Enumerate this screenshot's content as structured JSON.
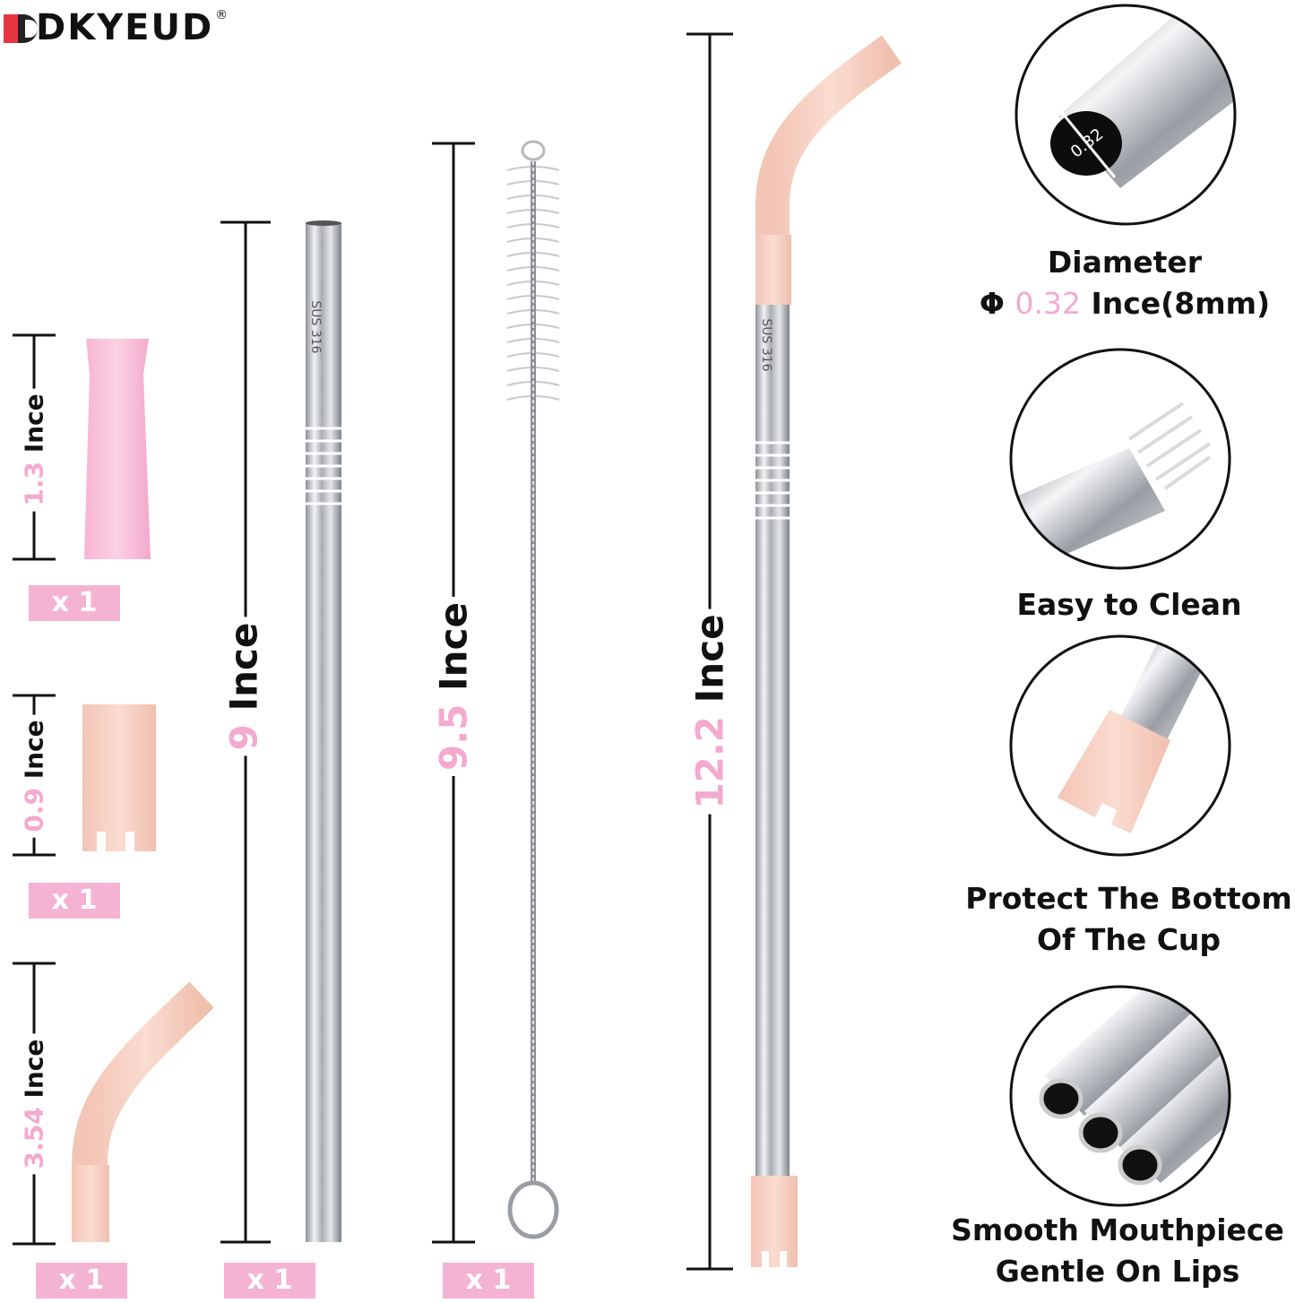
{
  "brand": {
    "name": "DKYEUD",
    "registered": "®"
  },
  "dimensions": {
    "tip_straight": {
      "value": "1.3",
      "unit": "Ince"
    },
    "tip_short": {
      "value": "0.9",
      "unit": "Ince"
    },
    "tip_bent": {
      "value": "3.54",
      "unit": "Ince"
    },
    "straw_straight": {
      "value": "9",
      "unit": "Ince"
    },
    "brush": {
      "value": "9.5",
      "unit": "Ince"
    },
    "straw_bent": {
      "value": "12.2",
      "unit": "Ince"
    }
  },
  "engraving": "SUS 316",
  "diameter_marking": "0.32",
  "quantities": {
    "tip_straight": "x 1",
    "tip_short": "x 1",
    "tip_bent": "x 1",
    "straw_straight": "x 1",
    "brush": "x 1"
  },
  "features": {
    "diameter": {
      "line1": "Diameter",
      "symbol": "Φ",
      "value": "0.32",
      "rest": "Ince(8mm)"
    },
    "clean": {
      "line1": "Easy to Clean"
    },
    "protect": {
      "line1": "Protect The Bottom",
      "line2": "Of The Cup"
    },
    "smooth": {
      "line1": "Smooth Mouthpiece",
      "line2": "Gentle On Lips"
    }
  },
  "colors": {
    "accent_pink": "#f4a9cf",
    "badge_pink": "#f5b3d3",
    "silicone_pink": "#f8c6dc",
    "silicone_peach": "#f7d3c6",
    "steel": "#c9ccd0"
  }
}
